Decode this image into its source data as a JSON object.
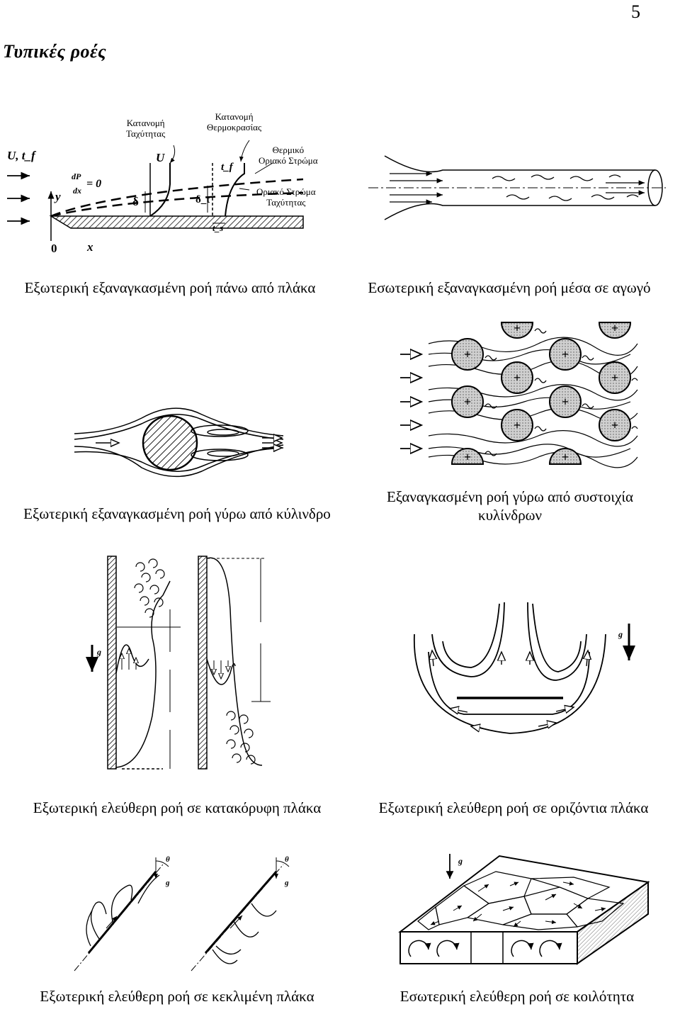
{
  "page": {
    "number": "5",
    "title": "Τυπικές ροές"
  },
  "figures": {
    "flat_plate": {
      "caption": "Εξωτερική εξαναγκασμένη ροή πάνω από πλάκα",
      "label_velocity_distribution": "Κατανομή\nΤαχύτητας",
      "label_temperature_distribution": "Κατανομή\nΘερμοκρασίας",
      "label_thermal_boundary_layer": "Θερμικό\nΟριακό Στρώμα",
      "label_velocity_boundary_layer": "Οριακό Στρώμα\nΤαχύτητας",
      "sym_inflow": "U, t_f",
      "sym_pressure_gradient_num": "dP",
      "sym_pressure_gradient_den": "dx",
      "sym_pressure_gradient_eq": "= 0",
      "sym_y": "y",
      "sym_delta": "δ",
      "sym_U": "U",
      "sym_delta_t": "δ_t",
      "sym_t_f": "t_f",
      "sym_t_s": "t_s",
      "sym_origin": "0",
      "sym_x": "x"
    },
    "pipe": {
      "caption": "Εσωτερική εξαναγκασμένη ροή μέσα σε αγωγό"
    },
    "cylinder": {
      "caption": "Εξωτερική εξαναγκασμένη ροή γύρω από κύλινδρο"
    },
    "cylinder_bank": {
      "caption": "Εξαναγκασμένη ροή γύρω από συστοιχία\nκυλίνδρων"
    },
    "vertical_plate": {
      "caption": "Εξωτερική ελεύθερη ροή σε κατακόρυφη πλάκα",
      "sym_g": "g"
    },
    "horizontal_plate": {
      "caption": "Εξωτερική ελεύθερη ροή σε οριζόντια πλάκα",
      "sym_g": "g"
    },
    "inclined_plate": {
      "caption": "Εξωτερική ελεύθερη ροή σε κεκλιμένη πλάκα",
      "sym_g": "g",
      "sym_theta": "θ"
    },
    "cavity": {
      "caption": "Εσωτερική ελεύθερη ροή σε κοιλότητα",
      "sym_g": "g"
    }
  },
  "colors": {
    "ink": "#000000",
    "paper": "#ffffff",
    "cylinder_fill": "#c8c8c8"
  }
}
